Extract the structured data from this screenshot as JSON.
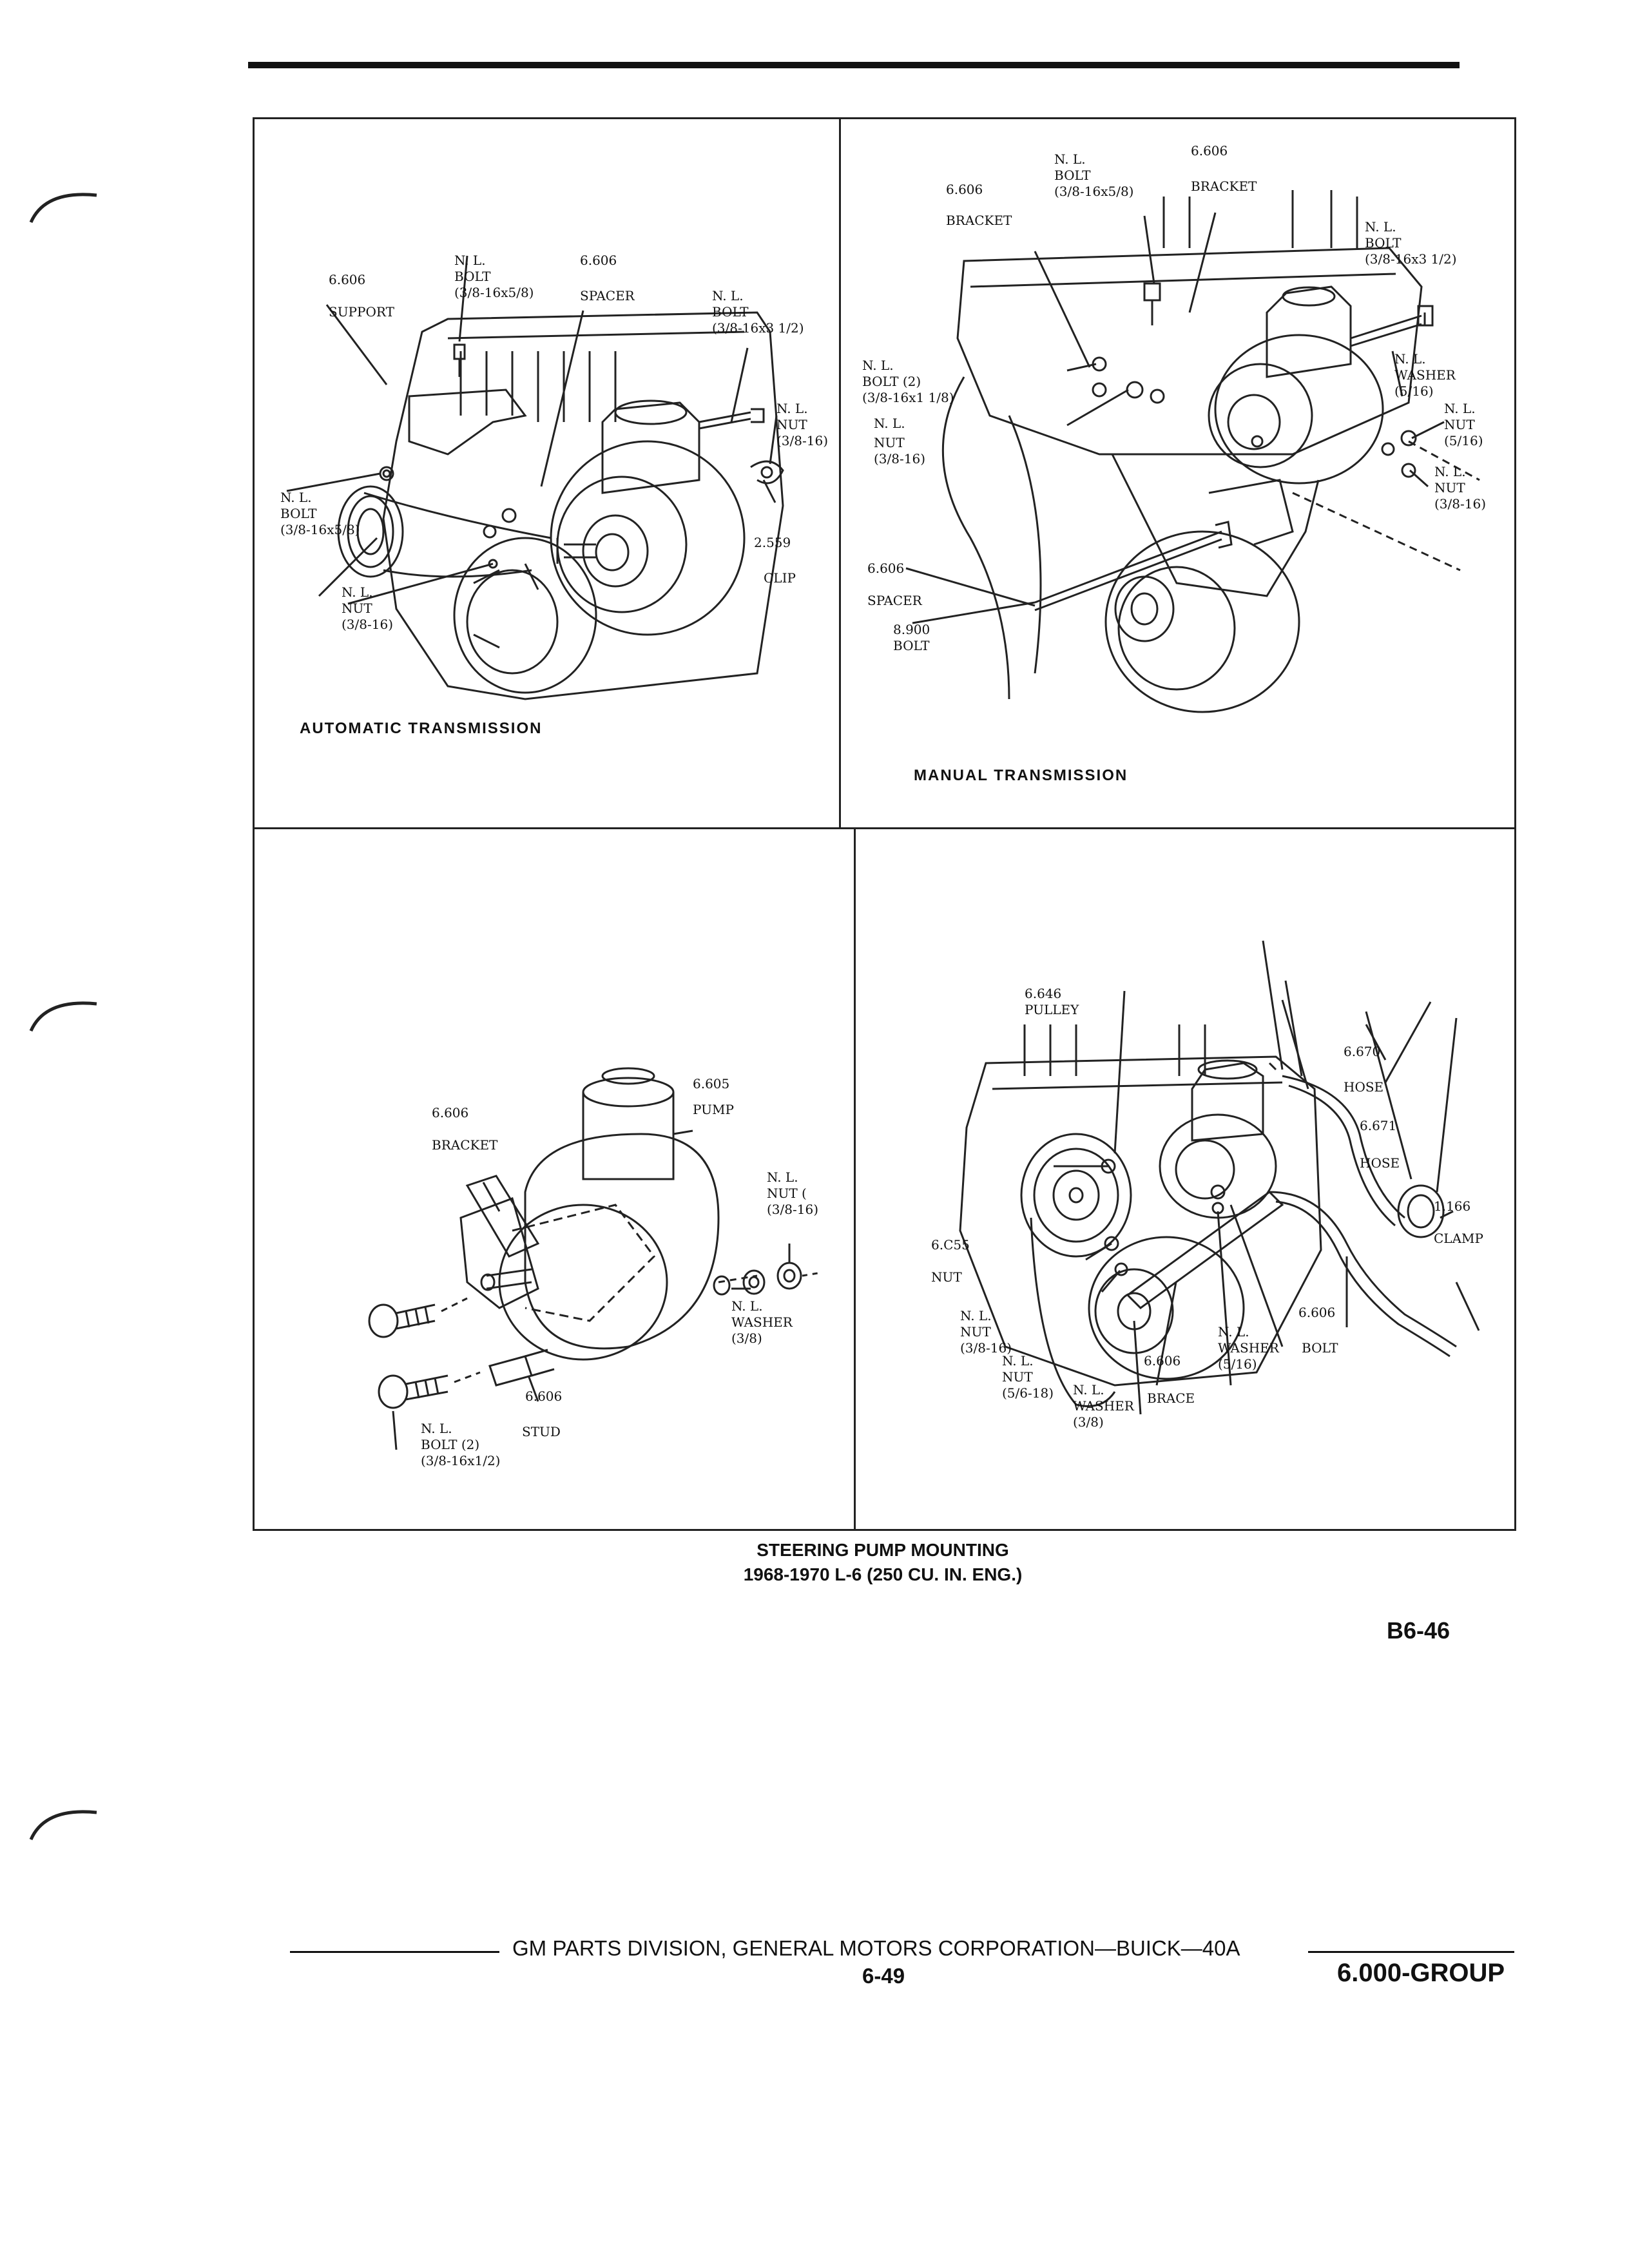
{
  "header": {},
  "panels": {
    "automatic": {
      "caption": "AUTOMATIC TRANSMISSION",
      "labels": {
        "support_num": "6.606",
        "support_name": "SUPPORT",
        "bolt_top_nl": "N. L.",
        "bolt_top_name": "BOLT",
        "bolt_top_size": "(3/8-16x5/8)",
        "spacer_num": "6.606",
        "spacer_name": "SPACER",
        "bolt_long_nl": "N. L.",
        "bolt_long_name": "BOLT",
        "bolt_long_size": "(3/8-16x3 1/2)",
        "nut_right_nl": "N. L.",
        "nut_right_name": "NUT",
        "nut_right_size": "(3/8-16)",
        "clip_num": "2.559",
        "clip_name": "CLIP",
        "bolt_left_nl": "N. L.",
        "bolt_left_name": "BOLT",
        "bolt_left_size": "(3/8-16x5/8)",
        "nut_left_nl": "N. L.",
        "nut_left_name": "NUT",
        "nut_left_size": "(3/8-16)"
      }
    },
    "manual": {
      "caption": "MANUAL TRANSMISSION",
      "labels": {
        "bolt_top_nl": "N. L.",
        "bolt_top_name": "BOLT",
        "bolt_top_size": "(3/8-16x5/8)",
        "bracket_r_num": "6.606",
        "bracket_r_name": "BRACKET",
        "bracket_l_num": "6.606",
        "bracket_l_name": "BRACKET",
        "bolt_long_nl": "N. L.",
        "bolt_long_name": "BOLT",
        "bolt_long_size": "(3/8-16x3 1/2)",
        "bolt2_nl": "N. L.",
        "bolt2_name": "BOLT (2)",
        "bolt2_size": "(3/8-16x1 1/8)",
        "nut_l_nl": "N. L.",
        "nut_l_name": "NUT",
        "nut_l_size": "(3/8-16)",
        "washer_nl": "N. L.",
        "washer_name": "WASHER",
        "washer_size": "(5/16)",
        "nut516_nl": "N. L.",
        "nut516_name": "NUT",
        "nut516_size": "(5/16)",
        "nut38_nl": "N. L.",
        "nut38_name": "NUT",
        "nut38_size": "(3/8-16)",
        "spacer_num": "6.606",
        "spacer_name": "SPACER",
        "bolt_num": "8.900",
        "bolt_name": "BOLT"
      }
    },
    "pump": {
      "labels": {
        "pump_num": "6.605",
        "pump_name": "PUMP",
        "bracket_num": "6.606",
        "bracket_name": "BRACKET",
        "nut_nl": "N. L.",
        "nut_name": "NUT (",
        "nut_size": "(3/8-16)",
        "washer_nl": "N. L.",
        "washer_name": "WASHER",
        "washer_size": "(3/8)",
        "stud_num": "6.606",
        "stud_name": "STUD",
        "bolt_nl": "N. L.",
        "bolt_name": "BOLT (2)",
        "bolt_size": "(3/8-16x1/2)"
      }
    },
    "pulley": {
      "labels": {
        "pulley_num": "6.646",
        "pulley_name": "PULLEY",
        "hose1_num": "6.670",
        "hose1_name": "HOSE",
        "hose2_num": "6.671",
        "hose2_name": "HOSE",
        "clamp_num": "1.166",
        "clamp_name": "CLAMP",
        "nut_num": "6.C55",
        "nut_name": "NUT",
        "nut38_nl": "N. L.",
        "nut38_name": "NUT",
        "nut38_size": "(3/8-16)",
        "nut516_nl": "N. L.",
        "nut516_name": "NUT",
        "nut516_size": "(5/6-18)",
        "washer38_nl": "N. L.",
        "washer38_name": "WASHER",
        "washer38_size": "(3/8)",
        "brace_num": "6.606",
        "brace_name": "BRACE",
        "washer516_nl": "N. L.",
        "washer516_name": "WASHER",
        "washer516_size": "(5/16)",
        "bolt_num": "6.606",
        "bolt_name": "BOLT"
      }
    }
  },
  "title": {
    "line1": "STEERING PUMP MOUNTING",
    "line2": "1968-1970 L-6 (250 CU. IN. ENG.)"
  },
  "ref_code": "B6-46",
  "footer": {
    "text": "GM PARTS DIVISION, GENERAL MOTORS CORPORATION—BUICK—40A",
    "page": "6-49",
    "group": "6.000-GROUP"
  }
}
